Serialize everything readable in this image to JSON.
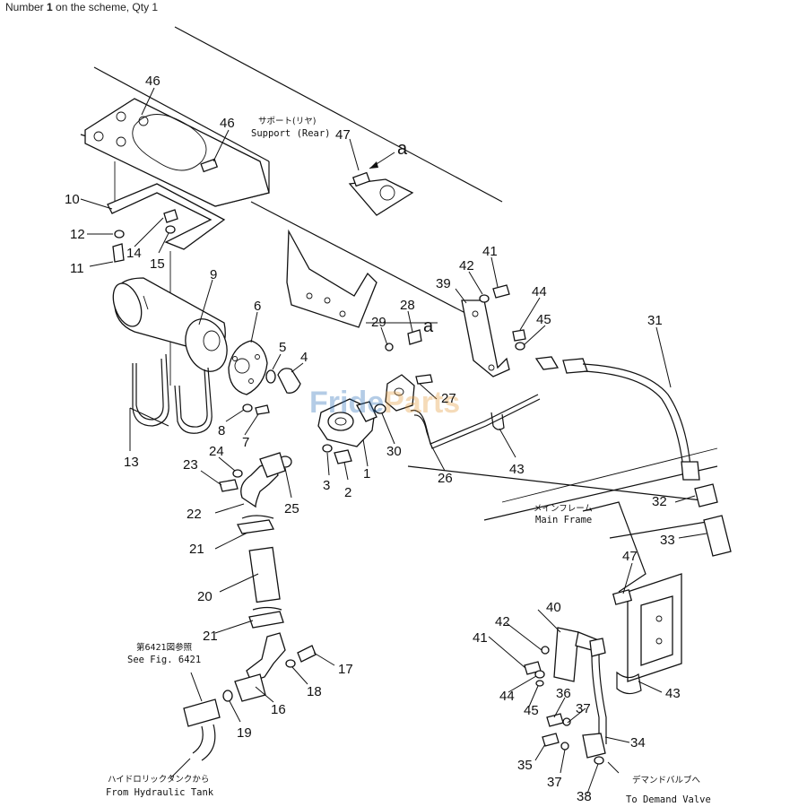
{
  "caption": {
    "prefix": "Number ",
    "number": "1",
    "suffix": " on the scheme, Qty 1"
  },
  "watermark": {
    "part1": "Fride",
    "part2": "Parts",
    "color_blue": "#2a6fb8",
    "color_orange": "#e59a3a"
  },
  "notes": {
    "support_jp": "サポート(リヤ)",
    "support_en": "Support (Rear)",
    "main_frame_jp": "メインフレーム",
    "main_frame_en": "Main Frame",
    "see_fig_jp": "第6421図参照",
    "see_fig_en": "See Fig. 6421",
    "from_tank_jp": "ハイドロリックタンクから",
    "from_tank_en": "From Hydraulic Tank",
    "demand_jp": "デマンドバルブへ",
    "demand_en": "To Demand Valve",
    "arrow_a1": "a",
    "arrow_a2": "a"
  },
  "callouts": [
    "46",
    "46",
    "47",
    "10",
    "12",
    "14",
    "15",
    "11",
    "9",
    "6",
    "5",
    "4",
    "8",
    "7",
    "13",
    "28",
    "29",
    "39",
    "42",
    "41",
    "44",
    "45",
    "31",
    "27",
    "26",
    "30",
    "1",
    "3",
    "2",
    "24",
    "23",
    "22",
    "25",
    "21",
    "20",
    "21",
    "19",
    "16",
    "18",
    "17",
    "43",
    "32",
    "33",
    "47",
    "40",
    "42",
    "41",
    "44",
    "45",
    "36",
    "37",
    "43",
    "34",
    "35",
    "37",
    "38"
  ]
}
